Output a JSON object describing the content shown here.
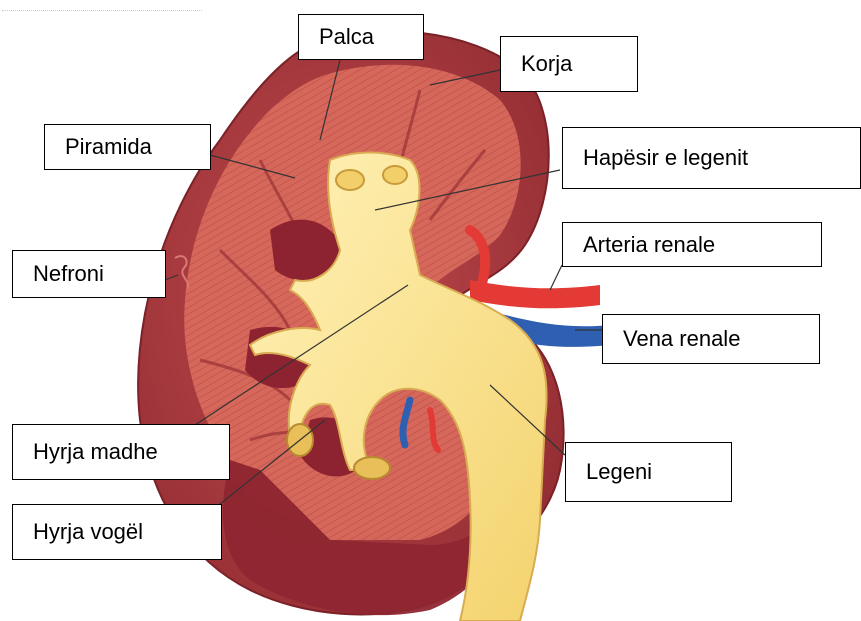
{
  "diagram": {
    "subject": "kidney cross-section",
    "colors": {
      "cortex": "#a6353c",
      "medulla": "#d8705f",
      "pelvis": "#f8e496",
      "pelvis_edge": "#e0b45a",
      "artery": "#e33a35",
      "vein": "#2f5fb0",
      "outline": "#8a2a2a"
    },
    "labels": {
      "palca": "Palca",
      "korja": "Korja",
      "piramida": "Piramida",
      "hapesira": "Hapësir e legenit",
      "nefroni": "Nefroni",
      "arteria": "Arteria renale",
      "vena": "Vena renale",
      "hyrja_madhe": "Hyrja madhe",
      "legeni": "Legeni",
      "hyrja_vogel": "Hyrja vogël"
    }
  }
}
